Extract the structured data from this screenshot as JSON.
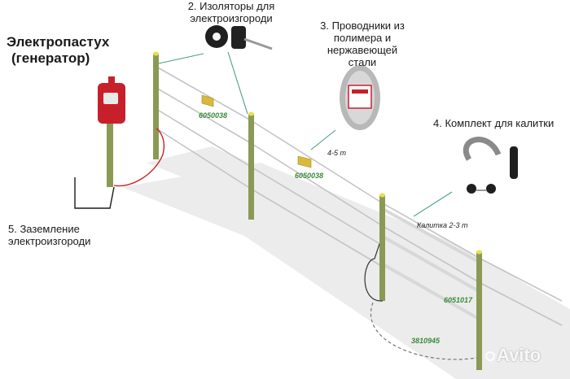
{
  "labels": {
    "generator_title": [
      "Электропастух",
      "(генератор)"
    ],
    "insulators": [
      "2. Изоляторы для",
      "электроизгороди"
    ],
    "conductors": [
      "3. Проводники из",
      "полимера и",
      "нержавеющей",
      "стали"
    ],
    "gate_kit": "4. Комплект для калитки",
    "grounding": [
      "5. Заземление",
      "электроизгороди"
    ]
  },
  "codes": {
    "tape_1": "6050038",
    "tape_2": "6050038",
    "gate_post": "6051017",
    "gate_base": "3810945"
  },
  "dimensions": {
    "span": "4-5 m",
    "gate_width": "Калитка 2-3 m"
  },
  "watermark": "Avito",
  "colors": {
    "post": "#8a9a55",
    "post_top": "#e9e04a",
    "generator": "#c8202a",
    "wire": "#bdbdbd",
    "ground_wire": "#d02020",
    "leader": "#4aa080",
    "code_text": "#3a8a3a"
  }
}
